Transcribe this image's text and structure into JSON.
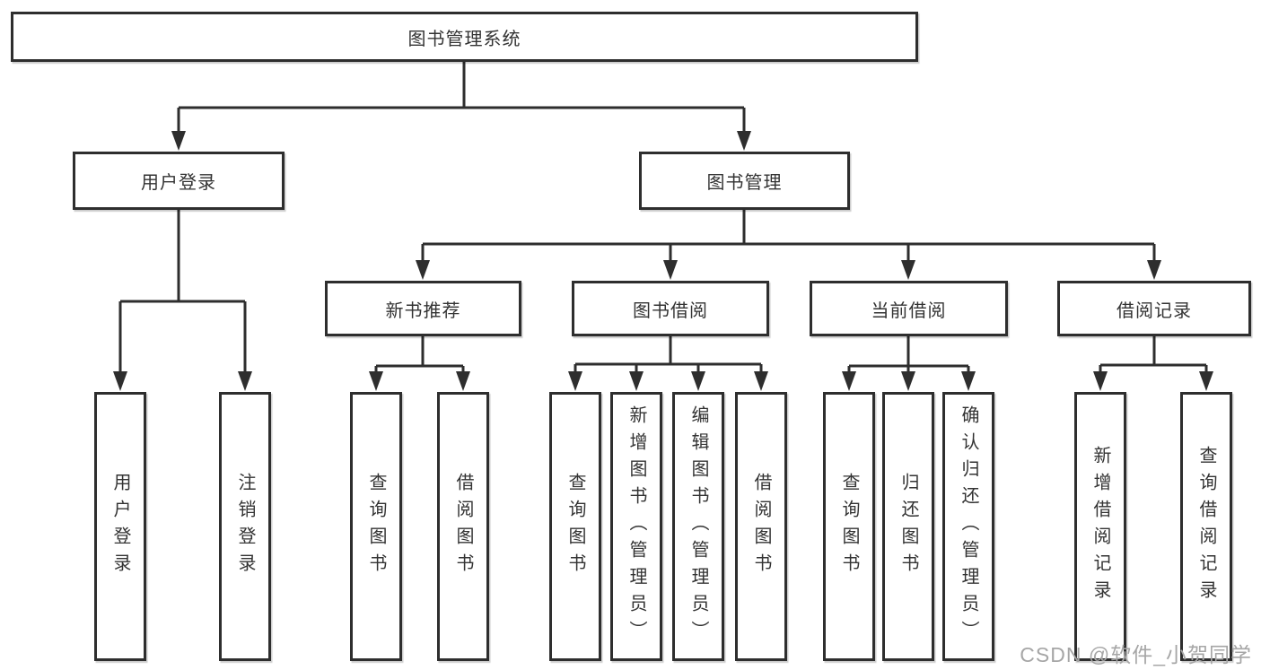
{
  "colors": {
    "background": "#ffffff",
    "line": "#2e2e2e",
    "border": "#2e2e2e",
    "text": "#333333",
    "watermark": "#a6a6a6"
  },
  "root": {
    "label": "图书管理系统"
  },
  "branches": {
    "user_login": {
      "label": "用户登录",
      "leaves": [
        "用户登录",
        "注销登录"
      ]
    },
    "book_management": {
      "label": "图书管理",
      "groups": [
        {
          "label": "新书推荐",
          "leaves": [
            "查询图书",
            "借阅图书"
          ]
        },
        {
          "label": "图书借阅",
          "leaves": [
            "查询图书",
            "新增图书（管理员）",
            "编辑图书（管理员）",
            "借阅图书"
          ]
        },
        {
          "label": "当前借阅",
          "leaves": [
            "查询图书",
            "归还图书",
            "确认归还（管理员）"
          ]
        },
        {
          "label": "借阅记录",
          "leaves": [
            "新增借阅记录",
            "查询借阅记录"
          ]
        }
      ]
    }
  },
  "watermark": {
    "text": "CSDN @软件_小贺同学"
  }
}
